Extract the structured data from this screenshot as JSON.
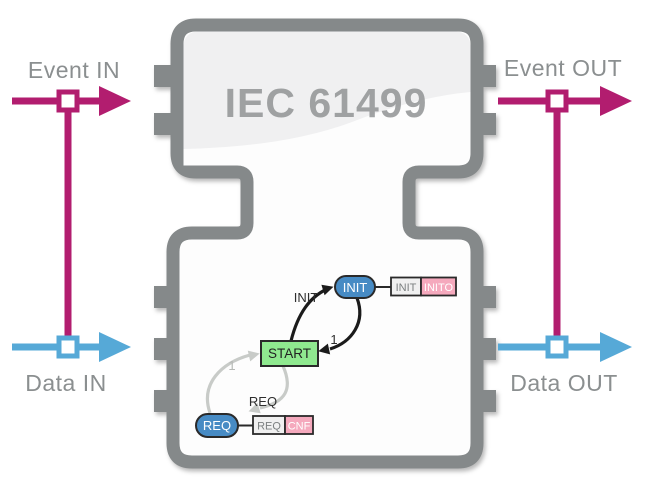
{
  "chip": {
    "title": "IEC 61499"
  },
  "ports": {
    "event_in": "Event IN",
    "event_out": "Event OUT",
    "data_in": "Data IN",
    "data_out": "Data OUT"
  },
  "ecc": {
    "states": {
      "init": "INIT",
      "start": "START",
      "req": "REQ"
    },
    "event_boxes": {
      "init": "INIT",
      "inito": "INITO",
      "req": "REQ",
      "cnf": "CNF"
    },
    "transitions": {
      "start_to_init": "INIT",
      "init_to_start": "1",
      "req_to_start": "1",
      "start_to_req": "REQ"
    }
  },
  "colors": {
    "event_line": "#b21d6f",
    "data_line": "#56a9d7",
    "chip_gray": "#85898a",
    "chip_fill_upper": "#f0f0f1",
    "chip_fill_lower": "#fdfdfd",
    "state_blue": "#478bc4",
    "state_green": "#8fe98f",
    "box_pink": "#f5a9bd",
    "box_gray": "#f0f0f0",
    "label_gray": "#8b8f90",
    "black_transition": "#1b1b1b",
    "gray_transition": "#c8cbc8"
  }
}
